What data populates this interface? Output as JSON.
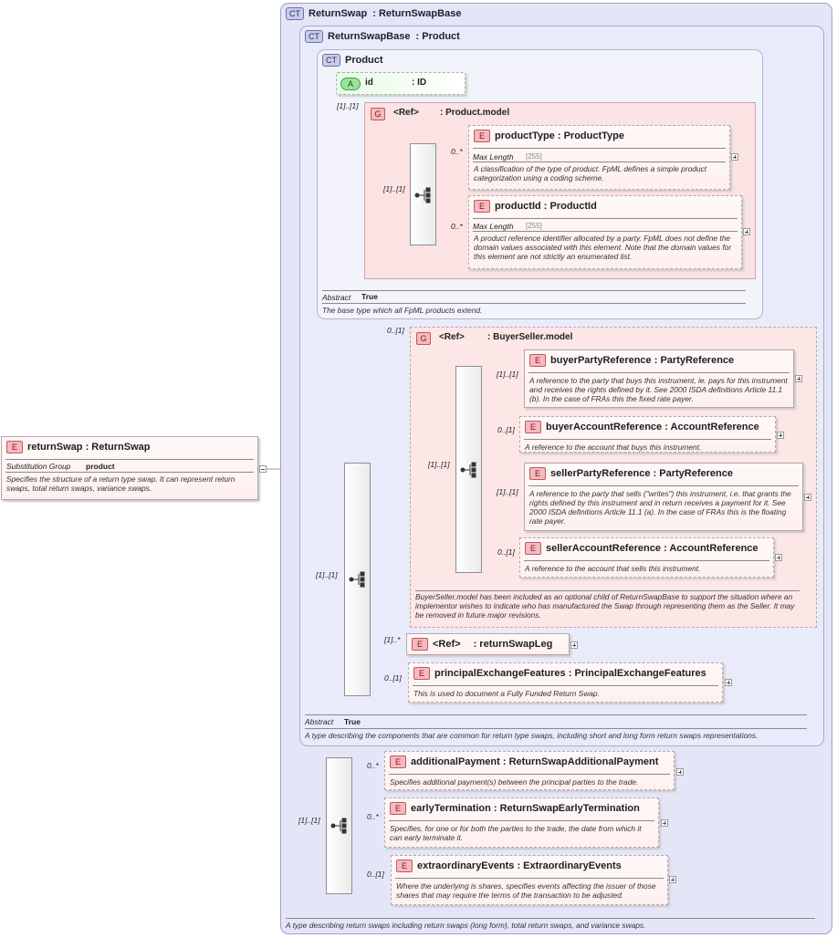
{
  "outer": {
    "badge": "CT",
    "title": "ReturnSwap",
    "base": ": ReturnSwapBase",
    "doc": "A type describing return swaps including return swaps (long form), total return swaps, and variance swaps."
  },
  "mid": {
    "badge": "CT",
    "title": "ReturnSwapBase",
    "base": ": Product",
    "abstract_label": "Abstract",
    "abstract_value": "True",
    "doc": "A type describing the components that are common for return type swaps, including short and long form return swaps representations."
  },
  "product": {
    "badge": "CT",
    "title": "Product",
    "abstract_label": "Abstract",
    "abstract_value": "True",
    "doc": "The base type which all FpML products extend.",
    "attr": {
      "badge": "A",
      "name": "id",
      "type": ": ID"
    },
    "model": {
      "badge": "G",
      "ref": "<Ref>",
      "name": ": Product.model",
      "elements": [
        {
          "badge": "E",
          "name": "productType",
          "type": ": ProductType",
          "facet_label": "Max Length",
          "facet_value": "[255]",
          "doc": "A classification of the type of product. FpML defines a simple product categorization using a coding scheme."
        },
        {
          "badge": "E",
          "name": "productId",
          "type": ": ProductId",
          "facet_label": "Max Length",
          "facet_value": "[255]",
          "doc": "A product reference identifier allocated by a party. FpML does not define the domain values associated with this element. Note that the domain values for this element are not strictly an enumerated list."
        }
      ]
    }
  },
  "root": {
    "badge": "E",
    "name": "returnSwap",
    "type": ": ReturnSwap",
    "subst_label": "Substitution Group",
    "subst_value": "product",
    "doc": "Specifies the structure of a return type swap. It can represent return swaps, total return swaps, variance swaps."
  },
  "buyerseller": {
    "badge": "G",
    "ref": "<Ref>",
    "name": ": BuyerSeller.model",
    "doc": "BuyerSeller.model has been included as an optional child of ReturnSwapBase to support the situation where an implementor wishes to indicate who has manufactured the Swap through representing them as the Seller. It may be removed in future major revisions.",
    "elements": [
      {
        "badge": "E",
        "name": "buyerPartyReference",
        "type": ": PartyReference",
        "doc": "A reference to the party that buys this instrument, ie. pays for this instrument and receives the rights defined by it. See 2000 ISDA definitions Article 11.1 (b). In the case of FRAs this the fixed rate payer."
      },
      {
        "badge": "E",
        "name": "buyerAccountReference",
        "type": ": AccountReference",
        "doc": "A reference to the account that buys this instrument."
      },
      {
        "badge": "E",
        "name": "sellerPartyReference",
        "type": ": PartyReference",
        "doc": "A reference to the party that sells (\"writes\") this instrument, i.e. that grants the rights defined by this instrument and in return receives a payment for it. See 2000 ISDA definitions Article 11.1 (a). In the case of FRAs this is the floating rate payer."
      },
      {
        "badge": "E",
        "name": "sellerAccountReference",
        "type": ": AccountReference",
        "doc": "A reference to the account that sells this instrument."
      }
    ]
  },
  "returnSwapLeg": {
    "badge": "E",
    "ref": "<Ref>",
    "name": ": returnSwapLeg"
  },
  "principalExchangeFeatures": {
    "badge": "E",
    "name": "principalExchangeFeatures",
    "type": ": PrincipalExchangeFeatures",
    "doc": "This is used to document a Fully Funded Return Swap."
  },
  "extension": [
    {
      "badge": "E",
      "name": "additionalPayment",
      "type": ": ReturnSwapAdditionalPayment",
      "doc": "Specifies additional payment(s) between the principal parties to the trade."
    },
    {
      "badge": "E",
      "name": "earlyTermination",
      "type": ": ReturnSwapEarlyTermination",
      "doc": "Specifies, for one or for both the parties to the trade, the date from which it can early terminate it."
    },
    {
      "badge": "E",
      "name": "extraordinaryEvents",
      "type": ": ExtraordinaryEvents",
      "doc": "Where the underlying is shares, specifies events affecting the issuer of those shares that may require the terms of the transaction to be adjusted."
    }
  ],
  "cardinalities": {
    "product_model": "[1]..[1]",
    "product_seq": "[1]..[1]",
    "productType": "0..*",
    "productId": "0..*",
    "buyerseller_group": "0..[1]",
    "buyerseller_seq": "[1]..[1]",
    "buyerPartyReference": "[1]..[1]",
    "buyerAccountReference": "0..[1]",
    "sellerPartyReference": "[1]..[1]",
    "sellerAccountReference": "0..[1]",
    "base_seq": "[1]..[1]",
    "returnSwapLeg": "[1]..*",
    "principalExchangeFeatures": "0..[1]",
    "ext_seq": "[1]..[1]",
    "additionalPayment": "0..*",
    "earlyTermination": "0..*",
    "extraordinaryEvents": "0..[1]"
  }
}
